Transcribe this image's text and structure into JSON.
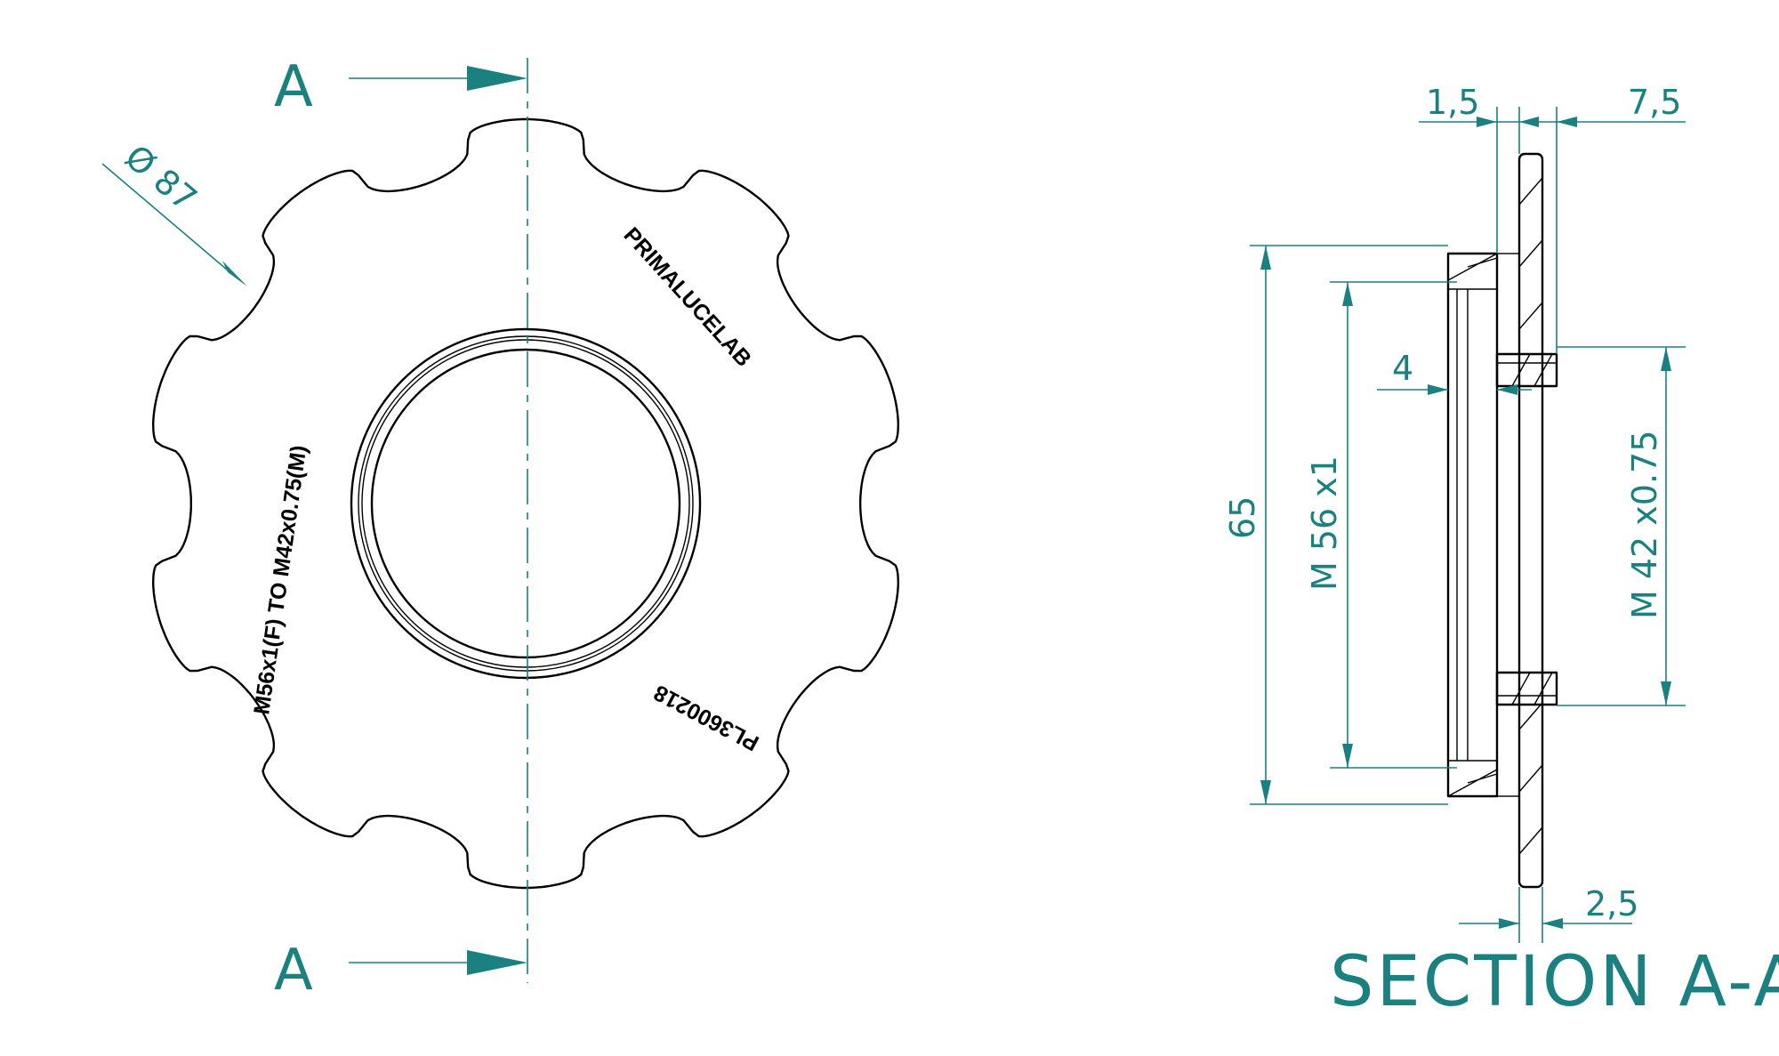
{
  "colors": {
    "dimension": "#1a8080",
    "outline": "#000000",
    "background": "#ffffff"
  },
  "front_view": {
    "section_marker_top": "A",
    "section_marker_bottom": "A",
    "diameter_label": "Ø 87",
    "engraving_brand": "PRIMALUCELAB",
    "engraving_thread": "M56x1(F) TO M42x0.75(M)",
    "engraving_code": "PL3600218"
  },
  "section_view": {
    "title": "SECTION A-A",
    "dim_top_left": "1,5",
    "dim_top_right": "7,5",
    "dim_overall": "65",
    "dim_m56": "M 56  x1",
    "dim_recess": "4",
    "dim_m42": "M 42  x0.75",
    "dim_bottom": "2,5"
  }
}
